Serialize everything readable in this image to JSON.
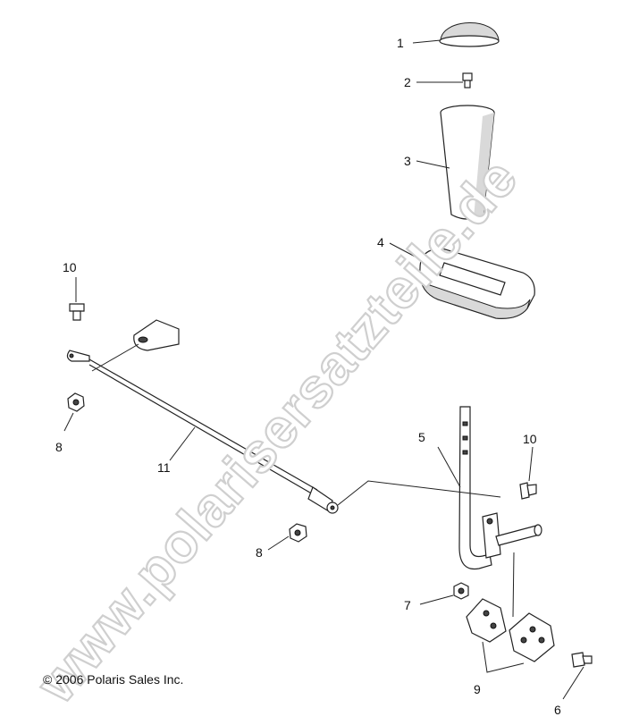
{
  "callouts": {
    "c1": "1",
    "c2": "2",
    "c3": "3",
    "c4": "4",
    "c5": "5",
    "c6": "6",
    "c7": "7",
    "c8a": "8",
    "c8b": "8",
    "c9": "9",
    "c10a": "10",
    "c10b": "10",
    "c11": "11"
  },
  "copyright": "© 2006 Polaris Sales Inc.",
  "watermark": "www.polarisersatzteile.de",
  "colors": {
    "line": "#222222",
    "shade": "#d9d9d9",
    "watermark": "#cfcfcf"
  }
}
